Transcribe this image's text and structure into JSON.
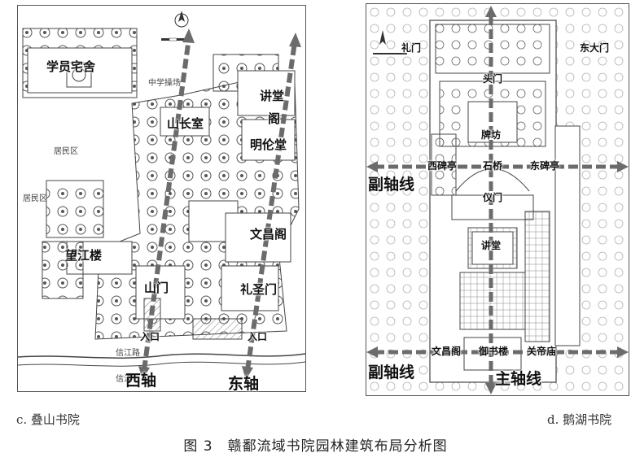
{
  "figure_caption": "图 3　赣鄱流域书院园林建筑布局分析图",
  "panels": {
    "c": {
      "caption": "c. 叠山书院",
      "labels": {
        "dorm": "学员宅舍",
        "shanchang": "山长室",
        "jiangtang": "讲堂",
        "shenglun": "明伦堂",
        "ge": "阁",
        "wenchang": "文昌阁",
        "wangjiang": "望江楼",
        "shanmen": "山门",
        "lishengmen": "礼圣门",
        "entrance_left": "入口",
        "entrance_right": "入口",
        "west_axis": "西轴",
        "east_axis": "东轴"
      },
      "small_labels": {
        "residential_1": "居民区",
        "residential_2": "居民区",
        "road": "信江路",
        "river": "信江",
        "school": "中学操场"
      }
    },
    "d": {
      "caption": "d. 鹅湖书院",
      "labels": {
        "limen": "礼门",
        "east_gate": "东大门",
        "toumen": "头门",
        "paifang": "牌坊",
        "west_pavilion": "西碑亭",
        "stone_bridge": "石桥",
        "east_pavilion": "东碑亭",
        "yimen": "仪门",
        "jiangtang": "讲堂",
        "wenchang": "文昌阁",
        "yushu": "御书楼",
        "guandi": "关帝庙",
        "side_axis_top": "副轴线",
        "side_axis_bottom": "副轴线",
        "main_axis": "主轴线"
      }
    }
  },
  "colors": {
    "axis_arrow": "#6b6b6b",
    "line": "#444444",
    "tree": "#555555"
  }
}
